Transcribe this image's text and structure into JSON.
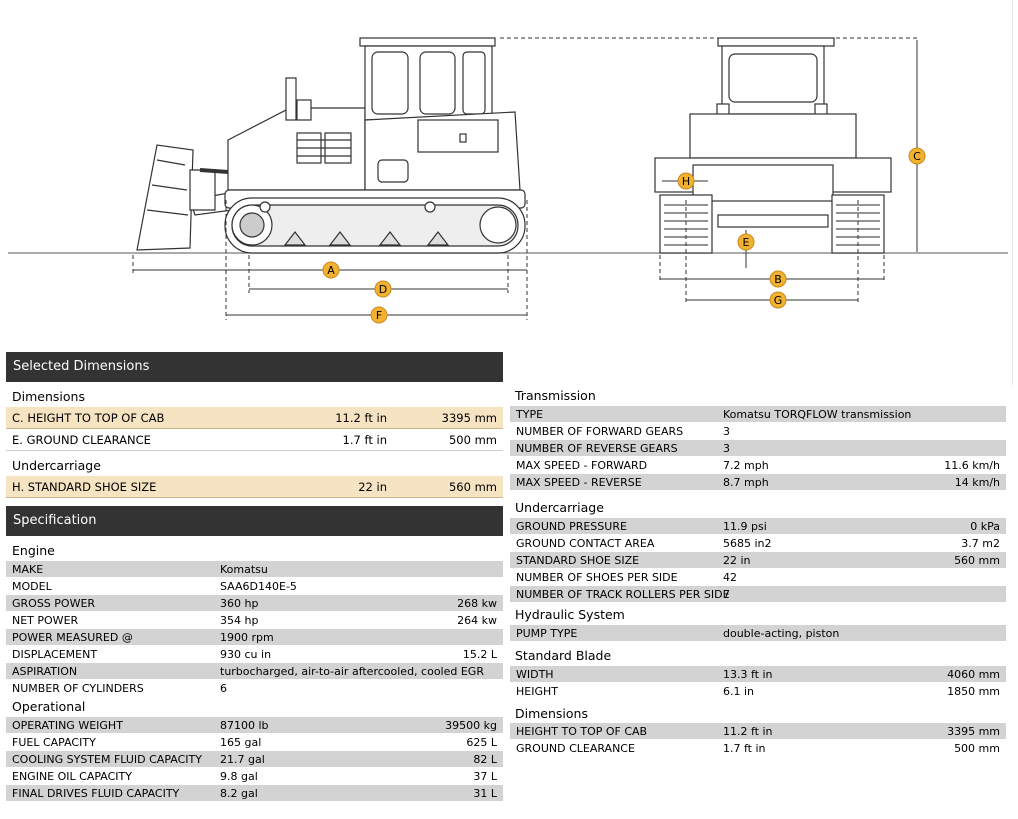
{
  "diagram": {
    "labels": [
      "A",
      "B",
      "C",
      "D",
      "E",
      "F",
      "G",
      "H"
    ]
  },
  "left": {
    "selected_header": "Selected Dimensions",
    "dimensions": {
      "title": "Dimensions",
      "rows": [
        {
          "name": "C. HEIGHT TO TOP OF CAB",
          "imperial": "11.2 ft in",
          "metric": "3395 mm"
        },
        {
          "name": "E. GROUND CLEARANCE",
          "imperial": "1.7 ft in",
          "metric": "500 mm"
        }
      ]
    },
    "undercarriage": {
      "title": "Undercarriage",
      "rows": [
        {
          "name": "H. STANDARD SHOE SIZE",
          "imperial": "22 in",
          "metric": "560 mm"
        }
      ]
    },
    "spec_header": "Specification",
    "engine": {
      "title": "Engine",
      "rows": [
        {
          "name": "MAKE",
          "imperial": "Komatsu",
          "metric": ""
        },
        {
          "name": "MODEL",
          "imperial": "SAA6D140E-5",
          "metric": ""
        },
        {
          "name": "GROSS POWER",
          "imperial": "360 hp",
          "metric": "268 kw"
        },
        {
          "name": "NET POWER",
          "imperial": "354 hp",
          "metric": "264 kw"
        },
        {
          "name": "POWER MEASURED @",
          "imperial": "1900 rpm",
          "metric": ""
        },
        {
          "name": "DISPLACEMENT",
          "imperial": "930 cu in",
          "metric": "15.2 L"
        },
        {
          "name": "ASPIRATION",
          "imperial": "turbocharged, air-to-air aftercooled, cooled EGR",
          "metric": ""
        },
        {
          "name": "NUMBER OF CYLINDERS",
          "imperial": "6",
          "metric": ""
        }
      ]
    },
    "operational": {
      "title": "Operational",
      "rows": [
        {
          "name": "OPERATING WEIGHT",
          "imperial": "87100 lb",
          "metric": "39500 kg"
        },
        {
          "name": "FUEL CAPACITY",
          "imperial": "165 gal",
          "metric": "625 L"
        },
        {
          "name": "COOLING SYSTEM FLUID CAPACITY",
          "imperial": "21.7 gal",
          "metric": "82 L"
        },
        {
          "name": "ENGINE OIL CAPACITY",
          "imperial": "9.8 gal",
          "metric": "37 L"
        },
        {
          "name": "FINAL DRIVES FLUID CAPACITY",
          "imperial": "8.2 gal",
          "metric": "31 L"
        }
      ]
    }
  },
  "right": {
    "transmission": {
      "title": "Transmission",
      "rows": [
        {
          "name": "TYPE",
          "imperial": "Komatsu TORQFLOW transmission",
          "metric": ""
        },
        {
          "name": "NUMBER OF FORWARD GEARS",
          "imperial": "3",
          "metric": ""
        },
        {
          "name": "NUMBER OF REVERSE GEARS",
          "imperial": "3",
          "metric": ""
        },
        {
          "name": "MAX SPEED - FORWARD",
          "imperial": "7.2 mph",
          "metric": "11.6 km/h"
        },
        {
          "name": "MAX SPEED - REVERSE",
          "imperial": "8.7 mph",
          "metric": "14 km/h"
        }
      ]
    },
    "undercarriage": {
      "title": "Undercarriage",
      "rows": [
        {
          "name": "GROUND PRESSURE",
          "imperial": "11.9 psi",
          "metric": "0 kPa"
        },
        {
          "name": "GROUND CONTACT AREA",
          "imperial": "5685 in2",
          "metric": "3.7 m2"
        },
        {
          "name": "STANDARD SHOE SIZE",
          "imperial": "22 in",
          "metric": "560 mm"
        },
        {
          "name": "NUMBER OF SHOES PER SIDE",
          "imperial": "42",
          "metric": ""
        },
        {
          "name": "NUMBER OF TRACK ROLLERS PER SIDE",
          "imperial": "7",
          "metric": ""
        }
      ]
    },
    "hydraulic": {
      "title": "Hydraulic System",
      "rows": [
        {
          "name": "PUMP TYPE",
          "imperial": "double-acting, piston",
          "metric": ""
        }
      ]
    },
    "blade": {
      "title": "Standard Blade",
      "rows": [
        {
          "name": "WIDTH",
          "imperial": "13.3 ft in",
          "metric": "4060 mm"
        },
        {
          "name": "HEIGHT",
          "imperial": "6.1 in",
          "metric": "1850 mm"
        }
      ]
    },
    "dimensions": {
      "title": "Dimensions",
      "rows": [
        {
          "name": "HEIGHT TO TOP OF CAB",
          "imperial": "11.2 ft in",
          "metric": "3395 mm"
        },
        {
          "name": "GROUND CLEARANCE",
          "imperial": "1.7 ft in",
          "metric": "500 mm"
        }
      ]
    }
  }
}
